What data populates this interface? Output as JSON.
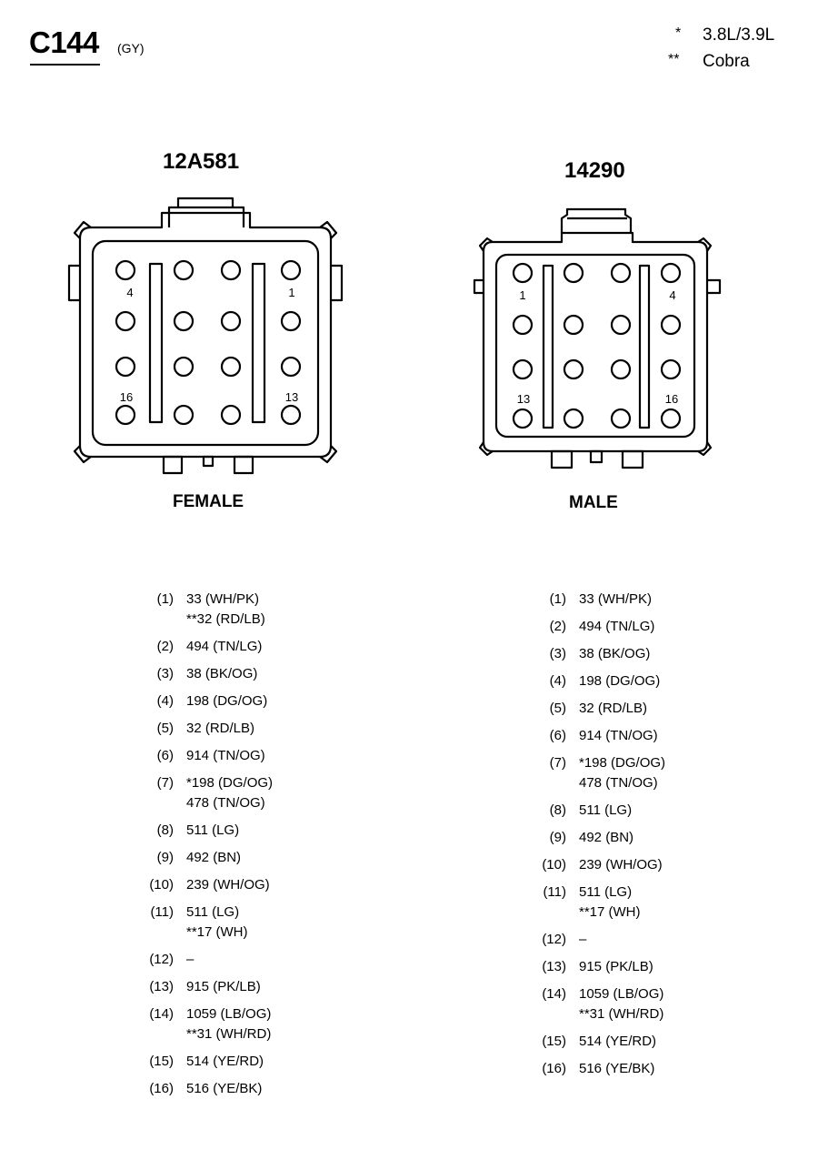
{
  "connector_id": "C144",
  "connector_color": "(GY)",
  "notes": [
    {
      "mark": "*",
      "text": "3.8L/3.9L"
    },
    {
      "mark": "**",
      "text": "Cobra"
    }
  ],
  "female": {
    "part_number": "12A581",
    "label": "FEMALE",
    "pin_labels": [
      "4",
      "1",
      "16",
      "13"
    ],
    "pins": [
      {
        "num": "(1)",
        "lines": [
          "33 (WH/PK)",
          "**32 (RD/LB)"
        ]
      },
      {
        "num": "(2)",
        "lines": [
          "494 (TN/LG)"
        ]
      },
      {
        "num": "(3)",
        "lines": [
          "38 (BK/OG)"
        ]
      },
      {
        "num": "(4)",
        "lines": [
          "198 (DG/OG)"
        ]
      },
      {
        "num": "(5)",
        "lines": [
          "32 (RD/LB)"
        ]
      },
      {
        "num": "(6)",
        "lines": [
          "914 (TN/OG)"
        ]
      },
      {
        "num": "(7)",
        "lines": [
          "*198 (DG/OG)",
          "478 (TN/OG)"
        ]
      },
      {
        "num": "(8)",
        "lines": [
          "511 (LG)"
        ]
      },
      {
        "num": "(9)",
        "lines": [
          "492 (BN)"
        ]
      },
      {
        "num": "(10)",
        "lines": [
          "239 (WH/OG)"
        ]
      },
      {
        "num": "(11)",
        "lines": [
          "511 (LG)",
          "**17 (WH)"
        ]
      },
      {
        "num": "(12)",
        "lines": [
          "–"
        ]
      },
      {
        "num": "(13)",
        "lines": [
          "915 (PK/LB)"
        ]
      },
      {
        "num": "(14)",
        "lines": [
          "1059 (LB/OG)",
          "**31 (WH/RD)"
        ]
      },
      {
        "num": "(15)",
        "lines": [
          "514 (YE/RD)"
        ]
      },
      {
        "num": "(16)",
        "lines": [
          "516 (YE/BK)"
        ]
      }
    ]
  },
  "male": {
    "part_number": "14290",
    "label": "MALE",
    "pin_labels": [
      "1",
      "4",
      "13",
      "16"
    ],
    "pins": [
      {
        "num": "(1)",
        "lines": [
          "33 (WH/PK)"
        ]
      },
      {
        "num": "(2)",
        "lines": [
          "494 (TN/LG)"
        ]
      },
      {
        "num": "(3)",
        "lines": [
          "38 (BK/OG)"
        ]
      },
      {
        "num": "(4)",
        "lines": [
          "198 (DG/OG)"
        ]
      },
      {
        "num": "(5)",
        "lines": [
          "32 (RD/LB)"
        ]
      },
      {
        "num": "(6)",
        "lines": [
          "914 (TN/OG)"
        ]
      },
      {
        "num": "(7)",
        "lines": [
          "*198 (DG/OG)",
          "478 (TN/OG)"
        ]
      },
      {
        "num": "(8)",
        "lines": [
          "511 (LG)"
        ]
      },
      {
        "num": "(9)",
        "lines": [
          "492 (BN)"
        ]
      },
      {
        "num": "(10)",
        "lines": [
          "239 (WH/OG)"
        ]
      },
      {
        "num": "(11)",
        "lines": [
          "511 (LG)",
          "**17 (WH)"
        ]
      },
      {
        "num": "(12)",
        "lines": [
          "–"
        ]
      },
      {
        "num": "(13)",
        "lines": [
          "915 (PK/LB)"
        ]
      },
      {
        "num": "(14)",
        "lines": [
          "1059 (LB/OG)",
          "**31 (WH/RD)"
        ]
      },
      {
        "num": "(15)",
        "lines": [
          "514 (YE/RD)"
        ]
      },
      {
        "num": "(16)",
        "lines": [
          "516 (YE/BK)"
        ]
      }
    ]
  }
}
